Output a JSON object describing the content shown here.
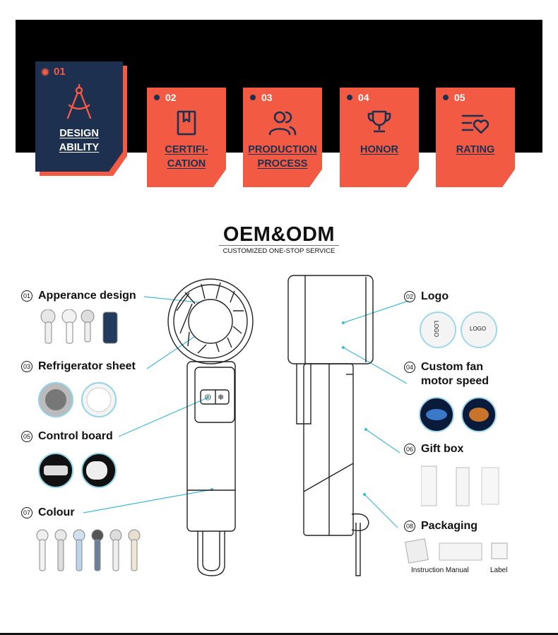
{
  "tabs": [
    {
      "num": "01",
      "label_line1": "DESIGN",
      "label_line2": "ABILITY",
      "icon": "compass-icon"
    },
    {
      "num": "02",
      "label_line1": "CERTIFI-",
      "label_line2": "CATION",
      "icon": "certificate-book-icon"
    },
    {
      "num": "03",
      "label_line1": "PRODUCTION",
      "label_line2": "PROCESS",
      "icon": "users-icon"
    },
    {
      "num": "04",
      "label_line1": "HONOR",
      "label_line2": "",
      "icon": "trophy-icon"
    },
    {
      "num": "05",
      "label_line1": "RATING",
      "label_line2": "",
      "icon": "rating-heart-icon"
    }
  ],
  "colors": {
    "accent": "#f25a43",
    "navy": "#1e3050",
    "line": "#3fb8d8"
  },
  "heading": {
    "title": "OEM&ODM",
    "subtitle": "CUSTOMIZED ONE-STOP SERVICE"
  },
  "features": {
    "f01": {
      "num": "01",
      "label": "Apperance design"
    },
    "f02": {
      "num": "02",
      "label": "Logo"
    },
    "f03": {
      "num": "03",
      "label": "Refrigerator sheet"
    },
    "f04": {
      "num": "04",
      "label_line1": "Custom fan",
      "label_line2": "motor speed"
    },
    "f05": {
      "num": "05",
      "label": "Control board"
    },
    "f06": {
      "num": "06",
      "label": "Gift box"
    },
    "f07": {
      "num": "07",
      "label": "Colour"
    },
    "f08": {
      "num": "08",
      "label": "Packaging"
    }
  },
  "logo_thumbs": {
    "a": "LOGO",
    "b": "LOGO"
  },
  "packaging": {
    "manual": "Instruction Manual",
    "label": "Label"
  }
}
